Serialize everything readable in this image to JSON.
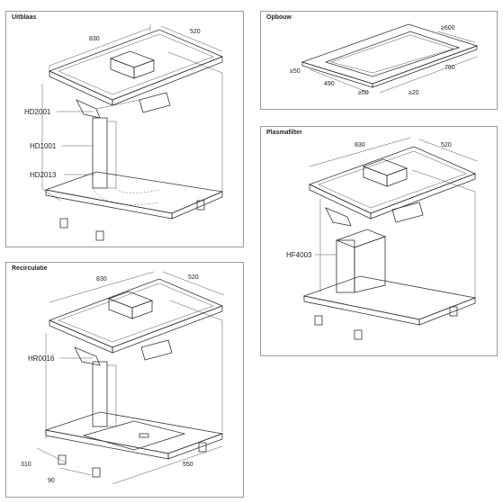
{
  "panels": {
    "uitblaas": {
      "title": "Uitblaas",
      "dim_width": "830",
      "dim_depth": "520",
      "parts": [
        "HD2001",
        "HD1001",
        "HD2013"
      ]
    },
    "opbouw": {
      "title": "Opbouw",
      "dims": {
        "d600": "≥600",
        "d780": "780",
        "d490": "490",
        "d50a": "≥50",
        "d50b": "≥50",
        "d20": "≥20"
      }
    },
    "plasmafilter": {
      "title": "Plasmafilter",
      "dim_width": "830",
      "dim_depth": "520",
      "part": "HF4003"
    },
    "recirculatie": {
      "title": "Recirculatie",
      "dim_width": "830",
      "dim_depth": "520",
      "part": "HR0016",
      "dim_310": "310",
      "dim_90": "90",
      "dim_550": "550"
    }
  }
}
